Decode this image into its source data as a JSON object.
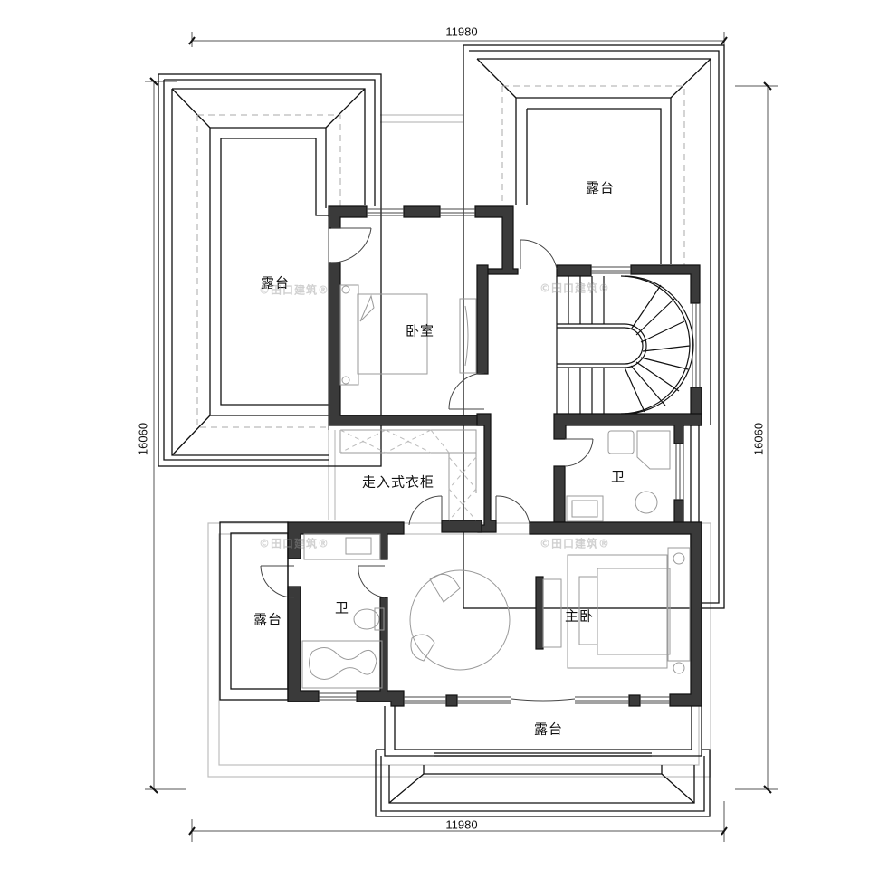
{
  "plan": {
    "type": "floor-plan",
    "colors": {
      "wall": "#3a3a3a",
      "line": "#111111",
      "furniture": "#9a9a9a",
      "dashed": "#aaaaaa",
      "watermark": "#bbbbbb"
    }
  },
  "dimensions": {
    "top_width": "11980",
    "bottom_width": "11980",
    "left_height": "16060",
    "right_height": "16060"
  },
  "rooms": [
    {
      "id": "terrace-left",
      "label": "露台"
    },
    {
      "id": "terrace-top-right",
      "label": "露台"
    },
    {
      "id": "bedroom",
      "label": "卧室"
    },
    {
      "id": "walk-in-closet",
      "label": "走入式衣柜"
    },
    {
      "id": "bathroom-right",
      "label": "卫"
    },
    {
      "id": "bathroom-left",
      "label": "卫"
    },
    {
      "id": "terrace-small-left",
      "label": "露台"
    },
    {
      "id": "master-bedroom",
      "label": "主卧"
    },
    {
      "id": "terrace-bottom",
      "label": "露台"
    }
  ],
  "watermark": "©田口建筑®"
}
